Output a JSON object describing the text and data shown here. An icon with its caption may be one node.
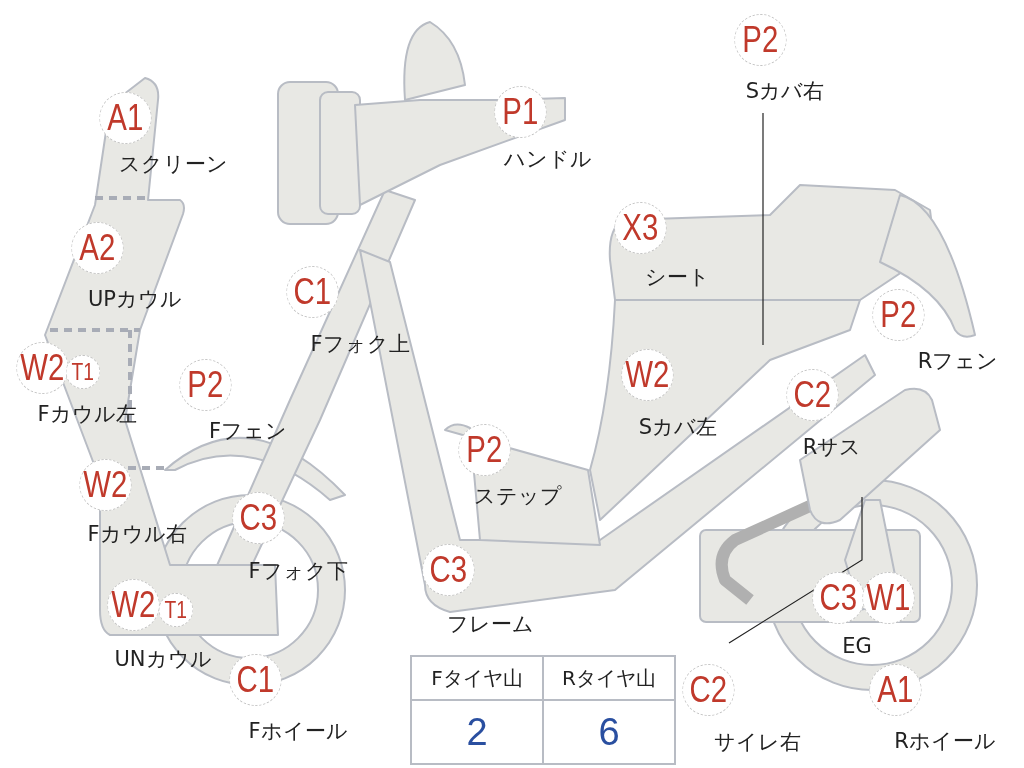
{
  "diagram": {
    "nodes": [
      {
        "text": [
          "P2"
        ],
        "beside": [
          "Sカバ右"
        ]
      },
      {
        "text": [
          "P1"
        ],
        "beside": [
          "ハンドル"
        ]
      },
      {
        "text": [
          "A1"
        ],
        "beside": [
          "スクリーン"
        ]
      },
      {
        "text": [
          "X3"
        ],
        "beside": [
          "シート"
        ]
      },
      {
        "text": [
          "A2"
        ],
        "beside": [
          "UPカウル"
        ]
      },
      {
        "text": [
          "C1"
        ],
        "beside": [
          "Fフォク上"
        ]
      },
      {
        "text": [
          "P2"
        ],
        "beside": [
          "Rフェン"
        ]
      },
      {
        "text": [
          "W2"
        ],
        "beside": [
          "Fカウル左"
        ]
      },
      {
        "text": [
          "T1"
        ]
      },
      {
        "text": [
          "W2"
        ],
        "beside": [
          "Sカバ左"
        ]
      },
      {
        "text": [
          "P2"
        ],
        "beside": [
          "Fフェン"
        ]
      },
      {
        "text": [
          "C2"
        ],
        "beside": [
          "Rサス"
        ]
      },
      {
        "text": [
          "P2"
        ],
        "beside": [
          "ステップ"
        ]
      },
      {
        "text": [
          "W2"
        ],
        "beside": [
          "Fカウル右"
        ]
      },
      {
        "text": [
          "C3"
        ],
        "beside": [
          "Fフォク下"
        ]
      },
      {
        "text": [
          "C3"
        ],
        "beside": [
          "フレーム"
        ]
      },
      {
        "text": [
          "C3"
        ],
        "beside": [
          "EG"
        ]
      },
      {
        "text": [
          "W1"
        ]
      },
      {
        "text": [
          "W2"
        ],
        "beside": [
          "UNカウル"
        ]
      },
      {
        "text": [
          "T1"
        ]
      },
      {
        "text": [
          "C1"
        ],
        "beside": [
          "Fホイール"
        ]
      },
      {
        "text": [
          "C2"
        ],
        "beside": [
          "サイレ右"
        ]
      },
      {
        "text": [
          "A1"
        ],
        "beside": [
          "Rホイール"
        ]
      }
    ],
    "edges": [
      {
        "from": 0,
        "to": null,
        "arrow": "none"
      },
      {
        "from": 21,
        "to": null,
        "arrow": "none"
      }
    ],
    "labels": [
      "Fタイヤ山",
      "Rタイヤ山",
      "2",
      "6"
    ]
  }
}
